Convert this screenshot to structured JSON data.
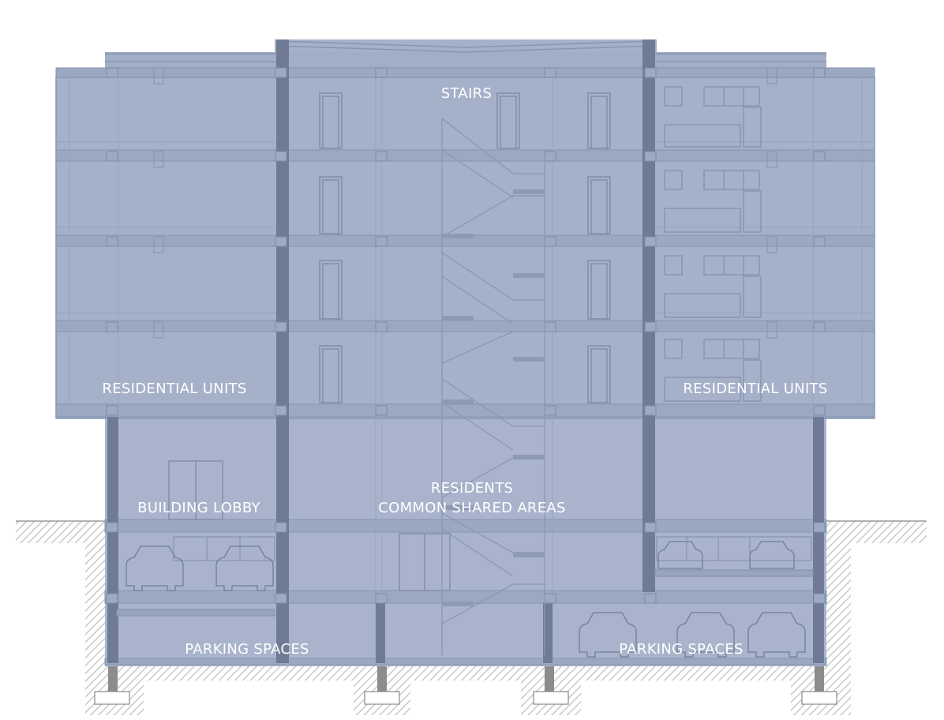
{
  "diagram": {
    "labels": {
      "stairs": "STAIRS",
      "residential_left": "RESIDENTIAL UNITS",
      "residential_right": "RESIDENTIAL UNITS",
      "lobby": "BUILDING LOBBY",
      "common_line1": "RESIDENTS",
      "common_line2": "COMMON SHARED AREAS",
      "parking_left": "PARKING SPACES",
      "parking_right": "PARKING SPACES"
    },
    "colors": {
      "overlay": "#a9b4cc",
      "overlay_upper": "#a3afc8",
      "column": "#6e7a94",
      "line": "#8e9bb6",
      "grade_hatch": "#c6c6c6",
      "label": "#ffffff"
    }
  }
}
